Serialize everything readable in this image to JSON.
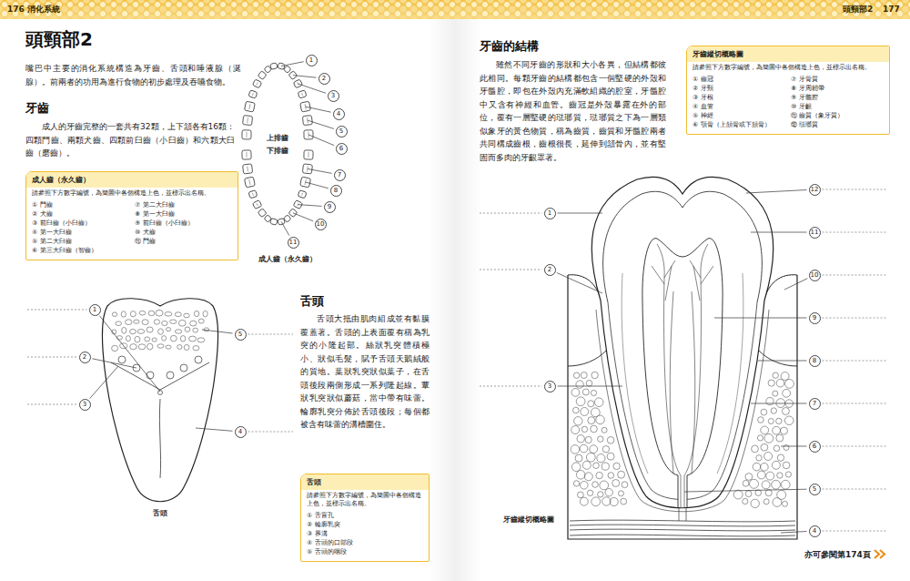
{
  "diagram": {
    "title": "頭頸部2",
    "nodes": [
      {
        "text": [
          "成人齒（永久齒）",
          "請參照下方數字編號，為簡圖中各個構造上色，並標示出名稱。",
          "① 門齒",
          "② 犬齒",
          "③ 前臼齒（小臼齒）",
          "④ 第一大臼齒",
          "⑤ 第二大臼齒",
          "⑥ 第三大臼齒（智齒）",
          "⑦ 第二大臼齒",
          "⑧ 第一大臼齒",
          "⑨ 前臼齒（小臼齒）",
          "⑩ 犬齒",
          "⑪ 門齒"
        ]
      },
      {
        "text": [
          "舌頭",
          "請參照下方數字編號，為簡圖中各個構造上色，並標示出名稱。",
          "① 舌盲孔",
          "② 輪廓乳突",
          "③ 界溝",
          "④ 舌頭的口部段",
          "⑤ 舌頭的咽段"
        ]
      },
      {
        "text": [
          "牙齒縱切概略圖",
          "請參照下方數字編號，為簡圖中各個構造上色，並標示出名稱。",
          "① 齒冠",
          "② 牙頸",
          "③ 牙根",
          "④ 血管",
          "⑤ 神經",
          "⑥ 顎骨（上頷骨或下頷骨）",
          "⑦ 牙骨質",
          "⑧ 牙周韌帶",
          "⑨ 牙髓腔",
          "⑩ 牙齦",
          "⑪ 齒質（象牙質）",
          "⑫ 琺瑯質"
        ]
      }
    ],
    "labels": [
      "176",
      "消化系統",
      "頭頸部2",
      "177",
      "嘴巴中主要的消化系統構造為牙齒、舌頭和唾液腺（涎腺）。前兩者的功用為進行食物的初步處理及吞嚥食物。",
      "牙齒",
      "成人的牙齒完整的一套共有32顆，上下頷各有16顆：四顆門齒、兩顆犬齒、四顆前臼齒（小臼齒）和六顆大臼齒（磨齒）。",
      "上排齒",
      "下排齒",
      "成人齒（永久齒）",
      "1",
      "2",
      "3",
      "4",
      "5",
      "6",
      "7",
      "8",
      "9",
      "10",
      "11",
      "舌頭",
      "舌頭大抵由肌肉組成並有黏膜覆蓋著。舌頭的上表面覆有稱為乳突的小隆起部。絲狀乳突體積極小、狀似毛髮，賦予舌頭天鵝絨般的質地。葉狀乳突狀似葉子，在舌頭後段兩側形成一系列隆起線。蕈狀乳突狀似蘑菇，當中帶有味蕾。輪廓乳突分佈於舌頭後段；每個都被含有味蕾的溝槽圍住。",
      "1",
      "2",
      "3",
      "4",
      "5",
      "舌頭",
      "牙齒的結構",
      "雖然不同牙齒的形狀和大小各異，但結構都彼此相同。每顆牙齒的結構都包含一個堅硬的外殼和牙髓腔，即包在外殼內充滿軟組織的腔室，牙髓腔中又含有神經和血管。齒冠是外殼暴露在外的部位，覆有一層堅硬的琺瑯質，琺瑯質之下為一層類似象牙的黃色物質，稱為齒質，齒質和牙髓腔兩者共同構成齒根，齒根很長，延伸到頷骨內，並有堅固而多肉的牙齦罩著。",
      "1",
      "2",
      "3",
      "4",
      "5",
      "6",
      "7",
      "8",
      "9",
      "10",
      "11",
      "12",
      "牙齒縱切概略圖",
      "亦可參閱第174頁"
    ]
  }
}
